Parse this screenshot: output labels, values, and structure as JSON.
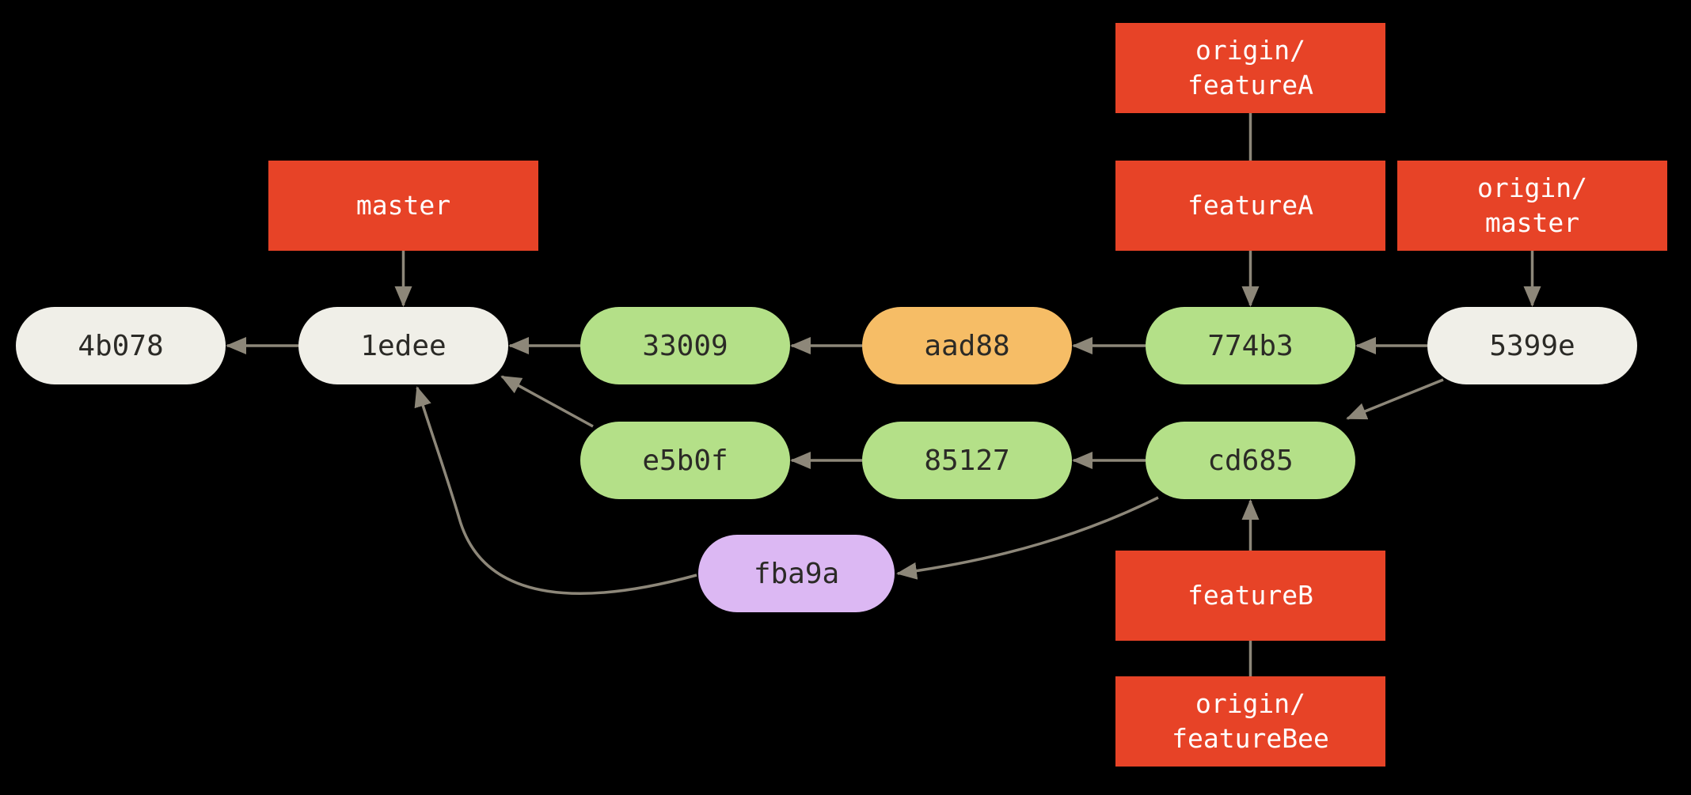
{
  "diagram": {
    "title": "git commit history graph",
    "background": "#000000",
    "palette": {
      "ref_fill": "#e74327",
      "ref_text": "#ffffff",
      "commit_plain": "#f0efe8",
      "commit_green": "#b4e088",
      "commit_orange": "#f6bd66",
      "commit_purple": "#dcb8f3",
      "commit_text": "#2b2a26",
      "edge": "#8d8779"
    },
    "nodes": [
      {
        "id": "4b078",
        "label": "4b078",
        "type": "commit",
        "fill": "commit_plain"
      },
      {
        "id": "1edee",
        "label": "1edee",
        "type": "commit",
        "fill": "commit_plain"
      },
      {
        "id": "33009",
        "label": "33009",
        "type": "commit",
        "fill": "commit_green"
      },
      {
        "id": "aad88",
        "label": "aad88",
        "type": "commit",
        "fill": "commit_orange"
      },
      {
        "id": "774b3",
        "label": "774b3",
        "type": "commit",
        "fill": "commit_green"
      },
      {
        "id": "5399e",
        "label": "5399e",
        "type": "commit",
        "fill": "commit_plain"
      },
      {
        "id": "e5b0f",
        "label": "e5b0f",
        "type": "commit",
        "fill": "commit_green"
      },
      {
        "id": "85127",
        "label": "85127",
        "type": "commit",
        "fill": "commit_green"
      },
      {
        "id": "cd685",
        "label": "cd685",
        "type": "commit",
        "fill": "commit_green"
      },
      {
        "id": "fba9a",
        "label": "fba9a",
        "type": "commit",
        "fill": "commit_purple"
      },
      {
        "id": "master",
        "label": "master",
        "type": "ref"
      },
      {
        "id": "origin-featureA",
        "label": "origin/\nfeatureA",
        "type": "ref"
      },
      {
        "id": "featureA",
        "label": "featureA",
        "type": "ref"
      },
      {
        "id": "origin-master",
        "label": "origin/\nmaster",
        "type": "ref"
      },
      {
        "id": "featureB",
        "label": "featureB",
        "type": "ref"
      },
      {
        "id": "origin-featureBee",
        "label": "origin/\nfeatureBee",
        "type": "ref"
      }
    ],
    "edges": [
      {
        "from": "1edee",
        "to": "4b078",
        "kind": "h",
        "arrow": true
      },
      {
        "from": "33009",
        "to": "1edee",
        "kind": "h",
        "arrow": true
      },
      {
        "from": "aad88",
        "to": "33009",
        "kind": "h",
        "arrow": true
      },
      {
        "from": "774b3",
        "to": "aad88",
        "kind": "h",
        "arrow": true
      },
      {
        "from": "5399e",
        "to": "774b3",
        "kind": "h",
        "arrow": true
      },
      {
        "from": "85127",
        "to": "e5b0f",
        "kind": "h",
        "arrow": true
      },
      {
        "from": "cd685",
        "to": "85127",
        "kind": "h",
        "arrow": true
      },
      {
        "from": "e5b0f",
        "to": "1edee",
        "kind": "diag-ul",
        "arrow": true
      },
      {
        "from": "5399e",
        "to": "cd685",
        "kind": "diag-dl",
        "arrow": true
      },
      {
        "from": "fba9a",
        "to": "1edee",
        "kind": "curve-left-up",
        "arrow": true
      },
      {
        "from": "cd685",
        "to": "fba9a",
        "kind": "curve-down-left",
        "arrow": true
      },
      {
        "from": "master",
        "to": "1edee",
        "kind": "v-down",
        "arrow": true
      },
      {
        "from": "origin-featureA",
        "to": "featureA",
        "kind": "v-plain",
        "arrow": false
      },
      {
        "from": "featureA",
        "to": "774b3",
        "kind": "v-down",
        "arrow": true
      },
      {
        "from": "origin-master",
        "to": "5399e",
        "kind": "v-down",
        "arrow": true
      },
      {
        "from": "featureB",
        "to": "cd685",
        "kind": "v-up",
        "arrow": true
      },
      {
        "from": "origin-featureBee",
        "to": "featureB",
        "kind": "v-plain",
        "arrow": false
      }
    ]
  }
}
